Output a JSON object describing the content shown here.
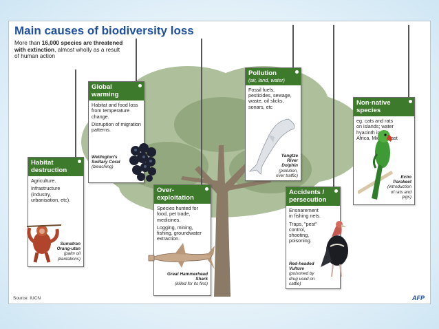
{
  "title": "Main causes of biodiversity loss",
  "intro": {
    "line1": "More than ",
    "bold": "16,000 species are threatened with extinction",
    "rest": ", almost wholly as a result of human action"
  },
  "boxes": {
    "habitat": {
      "title": "Habitat destruction",
      "items": [
        "Agriculture.",
        "Infrastructure (industry, urbanisation, etc)."
      ],
      "caption": {
        "name": "Sumatran Orang-utan",
        "note": "(palm oil plantations)"
      }
    },
    "warming": {
      "title": "Global warming",
      "items": [
        "Habitat and food loss from temperature change.",
        "Disruption of migration patterns."
      ],
      "caption": {
        "name": "Wellington's Solitary Coral",
        "note": "(bleaching)"
      }
    },
    "over": {
      "title": "Over-exploitation",
      "items": [
        "Species hunted for food, pet trade, medicines.",
        "Logging, mining, fishing, groundwater extraction."
      ],
      "caption": {
        "name": "Great Hammerhead Shark",
        "note": "(killed for its fins)"
      }
    },
    "pollution": {
      "title": "Pollution",
      "subtitle": "(air, land, water)",
      "items": [
        "Fossil fuels, pesticides, sewage, waste, oil slicks, sonars, etc"
      ],
      "caption": {
        "name": "Yangtze River Dolphin",
        "note": "(pollution, river traffic)"
      }
    },
    "accidents": {
      "title": "Accidents / persecution",
      "items": [
        "Ensnarement in fishing nets.",
        "Traps, \"pest\" control, shooting, poisoning."
      ],
      "caption": {
        "name": "Red-headed Vulture",
        "note": "(poisoned by drug used on cattle)"
      }
    },
    "nonnative": {
      "title": "Non-native species",
      "items": [
        "eg. cats and rats on islands; water hyacinth in US, Africa, Middle East"
      ],
      "caption": {
        "name": "Echo Parakeet",
        "note": "(introduction of rats and pigs)"
      }
    }
  },
  "source": "Source: IUCN",
  "credit": "AFP",
  "colors": {
    "header_green": "#3e7a2b",
    "title_blue": "#1f4f9c",
    "tree_trunk": "#8a7a66",
    "foliage": "#8fa57a"
  },
  "icons": [
    "orangutan-icon",
    "coral-icon",
    "shark-icon",
    "dolphin-icon",
    "vulture-icon",
    "parakeet-icon"
  ]
}
